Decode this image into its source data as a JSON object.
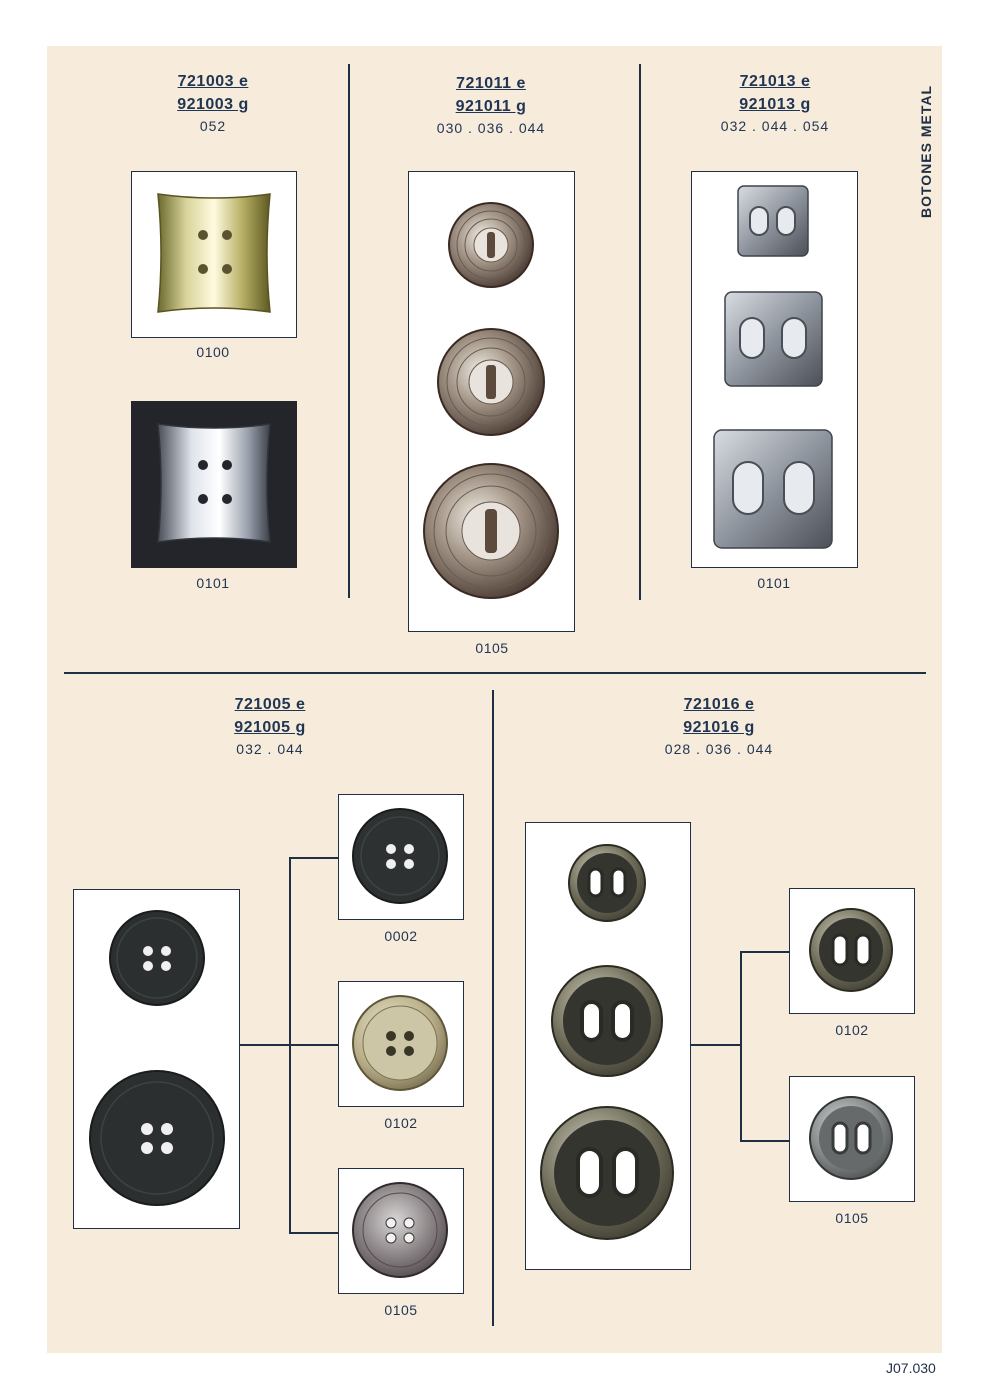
{
  "side_label": "BOTONES METAL",
  "page_ref": "J07.030",
  "groups": [
    {
      "code_e": "721003 e",
      "code_g": "921003 g",
      "sizes": "052",
      "finishes": [
        "0100",
        "0101"
      ]
    },
    {
      "code_e": "721011 e",
      "code_g": "921011 g",
      "sizes": "030 . 036 . 044",
      "finishes": [
        "0105"
      ]
    },
    {
      "code_e": "721013 e",
      "code_g": "921013 g",
      "sizes": "032 . 044 . 054",
      "finishes": [
        "0101"
      ]
    },
    {
      "code_e": "721005 e",
      "code_g": "921005 g",
      "sizes": "032 . 044",
      "finishes": [
        "0002",
        "0102",
        "0105"
      ]
    },
    {
      "code_e": "721016 e",
      "code_g": "921016 g",
      "sizes": "028 . 036 . 044",
      "finishes": [
        "0102",
        "0105"
      ]
    }
  ]
}
